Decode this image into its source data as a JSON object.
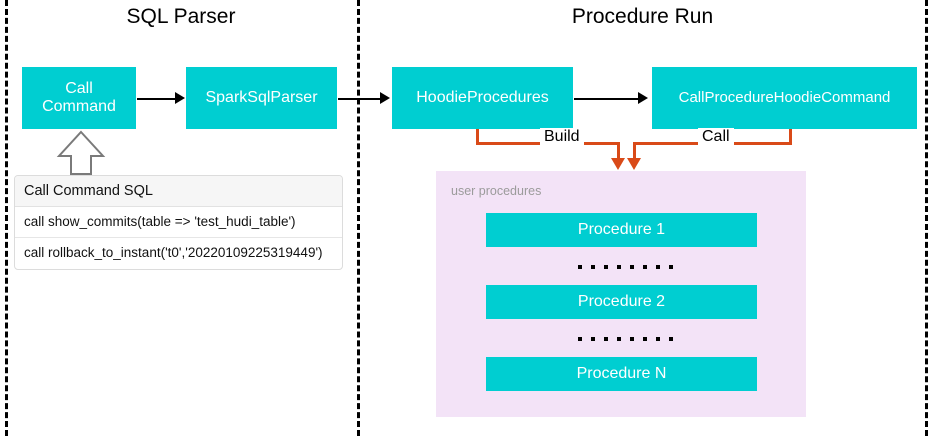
{
  "diagram": {
    "sections": [
      {
        "id": "sql-parser",
        "title": "SQL Parser"
      },
      {
        "id": "procedure-run",
        "title": "Procedure Run"
      }
    ],
    "nodes": {
      "call_command": "Call\nCommand",
      "call_command_line1": "Call",
      "call_command_line2": "Command",
      "spark_sql_parser": "SparkSqlParser",
      "hoodie_procedures": "HoodieProcedures",
      "call_procedure_hoodie_command": "CallProcedureHoodieCommand"
    },
    "edge_labels": {
      "build": "Build",
      "call": "Call"
    },
    "sql_table": {
      "header": "Call Command SQL",
      "rows": [
        "call show_commits(table => 'test_hudi_table')",
        "call rollback_to_instant('t0','20220109225319449')"
      ]
    },
    "user_procedures": {
      "caption": "user procedures",
      "items": [
        "Procedure 1",
        "Procedure 2",
        "Procedure N"
      ],
      "ellipsis_dot_count": 8
    },
    "colors": {
      "node_fill": "#00CED1",
      "node_text": "#FFFFFF",
      "panel_fill": "#F3E3F7",
      "orange_edge": "#D94A18",
      "black_edge": "#000000",
      "caption_text": "#9B9B9B"
    }
  }
}
